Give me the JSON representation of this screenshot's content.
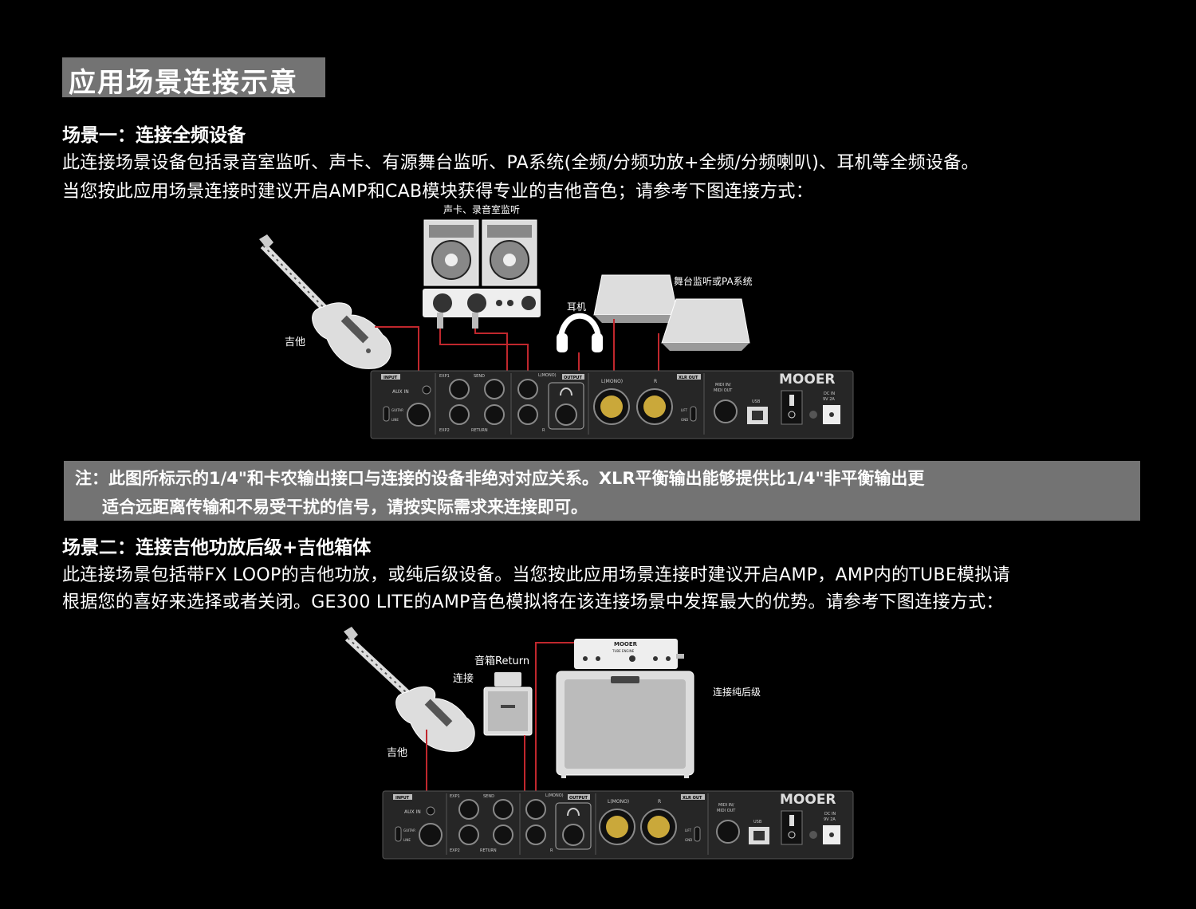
{
  "title": "应用场景连接示意",
  "scene1": {
    "heading": "场景一：连接全频设备",
    "line1": "此连接场景设备包括录音室监听、声卡、有源舞台监听、PA系统(全频/分频功放+全频/分频喇叭)、耳机等全频设备。",
    "line2": "当您按此应用场景连接时建议开启AMP和CAB模块获得专业的吉他音色；请参考下图连接方式："
  },
  "diagram1": {
    "label_monitors": "声卡、录音室监听",
    "label_stage": "舞台监听或PA系统",
    "label_headphones": "耳机",
    "label_guitar": "吉他"
  },
  "note": {
    "line1": "注：此图所标示的1/4\"和卡农输出接口与连接的设备非绝对对应关系。XLR平衡输出能够提供比1/4\"非平衡输出更",
    "line2": "适合远距离传输和不易受干扰的信号，请按实际需求来连接即可。"
  },
  "scene2": {
    "heading": "场景二：连接吉他功放后级+吉他箱体",
    "line1": "此连接场景包括带FX LOOP的吉他功放，或纯后级设备。当您按此应用场景连接时建议开启AMP，AMP内的TUBE模拟请",
    "line2": "根据您的喜好来选择或者关闭。GE300 LITE的AMP音色模拟将在该连接场景中发挥最大的优势。请参考下图连接方式："
  },
  "diagram2": {
    "label_cab_return": "音箱Return",
    "label_connect": "连接",
    "label_poweramp": "连接纯后级",
    "label_guitar": "吉他",
    "amp_brand": "MOOER",
    "amp_model": "TUBE ENGINE"
  },
  "panel": {
    "brand": "MOOER",
    "input": "INPUT",
    "aux_in": "AUX IN",
    "guitar": "GUITAR",
    "line": "LINE",
    "exp1": "EXP1",
    "exp2": "EXP2",
    "send": "SEND",
    "return": "RETURN",
    "l_mono_jack": "L(MONO)",
    "r": "R",
    "output": "OUTPUT",
    "xlr_l": "L(MONO)",
    "xlr_out": "XLR OUT",
    "lift": "LIFT",
    "gnd": "GND",
    "midi_in": "MIDI IN/",
    "midi_out": "MIDI OUT",
    "usb": "USB",
    "dc_in": "DC IN",
    "dc_spec": "9V 2A"
  },
  "colors": {
    "cable": "#c0272d",
    "label_bg": "#737373"
  }
}
